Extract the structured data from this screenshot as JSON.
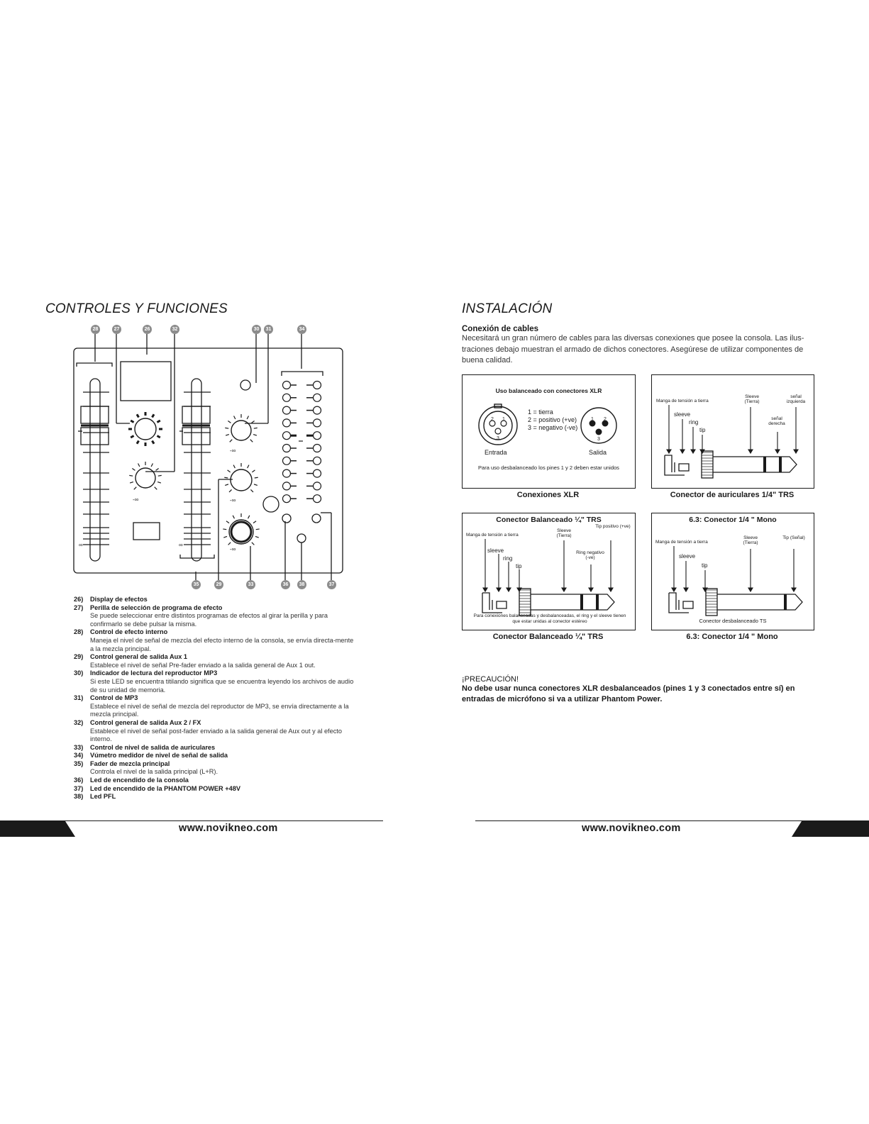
{
  "left_page": {
    "title": "CONTROLES Y FUNCIONES",
    "callouts_top": [
      "28",
      "27",
      "26",
      "32",
      "30",
      "31",
      "34"
    ],
    "callouts_bottom": [
      "35",
      "29",
      "33",
      "36",
      "38",
      "37"
    ],
    "items": [
      {
        "num": "26)",
        "title": "Display de efectos",
        "desc": ""
      },
      {
        "num": "27)",
        "title": "Perilla de selección de programa de efecto",
        "desc": "Se puede seleccionar entre distintos programas de efectos al girar la perilla y para confirmarlo se debe pulsar la misma."
      },
      {
        "num": "28)",
        "title": "Control de efecto interno",
        "desc": "Maneja el nivel de señal de mezcla del efecto interno de la consola, se envía directa-mente a la mezcla principal."
      },
      {
        "num": "29)",
        "title": "Control general de salida Aux 1",
        "desc": "Establece el nivel de señal Pre-fader enviado a la salida general de Aux 1 out."
      },
      {
        "num": "30)",
        "title": "Indicador de lectura del reproductor MP3",
        "desc": "Si este LED se encuentra titilando significa que se encuentra leyendo los archivos de audio de su unidad de memoria."
      },
      {
        "num": "31)",
        "title": "Control de MP3",
        "desc": "Establece el nivel de señal de mezcla del reproductor de MP3, se envía directamente a la mezcla principal."
      },
      {
        "num": "32)",
        "title": "Control general de salida Aux 2 / FX",
        "desc": "Establece el nivel de señal post-fader enviado a la salida general de Aux out y al efecto interno."
      },
      {
        "num": "33)",
        "title": "Control de nivel de salida de auriculares",
        "desc": ""
      },
      {
        "num": "34)",
        "title": "Vúmetro medidor de nivel de señal de salida",
        "desc": ""
      },
      {
        "num": "35)",
        "title": "Fader de mezcla principal",
        "desc": "Controla el nivel de la salida principal (L+R)."
      },
      {
        "num": "36)",
        "title": "Led de encendido de la consola",
        "desc": ""
      },
      {
        "num": "37)",
        "title": "Led de encendido de la PHANTOM POWER +48V",
        "desc": ""
      },
      {
        "num": "38)",
        "title": "Led PFL",
        "desc": ""
      }
    ],
    "panel_labels": {
      "inf": "-∞",
      "inf_sym": "∞"
    },
    "footer_url": "www.novikneo.com"
  },
  "right_page": {
    "title": "INSTALACIÓN",
    "section_heading": "Conexión de cables",
    "paragraph": "Necesitará un gran número de cables para las diversas conexiones que posee la consola. Las ilus-traciones debajo muestran el armado de dichos conectores. Asegúrese de utilizar componentes de buena calidad.",
    "xlr": {
      "heading": "Uso balanceado con conectores XLR",
      "pin1": "1 = tierra",
      "pin2": "2 = positivo (+ve)",
      "pin3": "3 = negativo (-ve)",
      "entrada": "Entrada",
      "salida": "Salida",
      "note": "Para uso desbalanceado los pines 1 y 2 deben estar unidos",
      "caption": "Conexiones XLR"
    },
    "headphone": {
      "manga": "Manga de tensión a tierra",
      "sleeve_tierra": "Sleeve (Tierra)",
      "senal_izq": "señal izquierda",
      "senal_der": "señal derecha",
      "sleeve": "sleeve",
      "ring": "ring",
      "tip": "tip",
      "caption": "Conector de auriculares 1/4\" TRS"
    },
    "trs": {
      "heading": "Conector Balanceado ¼\" TRS",
      "manga": "Manga de tensión a tierra",
      "sleeve_tierra": "Sleeve (Tierra)",
      "tip_pos": "Tip positivo (+ve)",
      "ring_neg": "Ring negativo (-ve)",
      "sleeve": "sleeve",
      "ring": "ring",
      "tip": "tip",
      "note": "Para conexiones balanceadas y desbalanceadas, el ring y el sleeve tienen que estar unidas al conector estéreo",
      "caption": "Conector Balanceado ¼\" TRS"
    },
    "mono": {
      "heading": "6.3: Conector 1/4 \" Mono",
      "manga": "Manga de tensión a tierra",
      "sleeve_tierra": "Sleeve (Tierra)",
      "tip_senal": "Tip (Señal)",
      "sleeve": "sleeve",
      "tip": "tip",
      "note": "Conector desbalanceado TS",
      "caption": "6.3: Conector 1/4 \" Mono"
    },
    "caution_heading": "¡PRECAUCIÓN!",
    "caution_text": "No debe usar nunca conectores XLR desbalanceados (pines 1 y 3 conectados entre sí) en entradas de micrófono si va a utilizar Phantom Power.",
    "footer_url": "www.novikneo.com"
  }
}
